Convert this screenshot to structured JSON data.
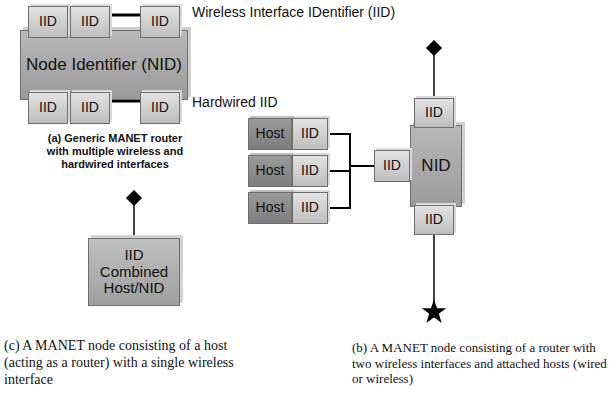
{
  "diagram": {
    "nodes": [
      {
        "text": [
          "IID"
        ]
      },
      {
        "text": [
          "IID"
        ]
      },
      {
        "text": [
          "IID"
        ]
      },
      {
        "text": [
          "Node Identifier (NID)"
        ]
      },
      {
        "text": [
          "IID"
        ]
      },
      {
        "text": [
          "IID"
        ]
      },
      {
        "text": [
          "IID"
        ]
      },
      {
        "text": [
          "IID"
        ]
      },
      {
        "text": [
          "Host"
        ]
      },
      {
        "text": [
          "IID"
        ]
      },
      {
        "text": [
          "Host"
        ]
      },
      {
        "text": [
          "IID"
        ]
      },
      {
        "text": [
          "IID"
        ]
      },
      {
        "text": [
          "NID"
        ]
      },
      {
        "text": [
          "Host"
        ]
      },
      {
        "text": [
          "IID"
        ]
      },
      {
        "text": [
          "IID"
        ]
      },
      {
        "text": [
          "IID Combined Host/NID"
        ]
      }
    ],
    "edges": [
      {
        "from": 1,
        "to": 2,
        "arrow": "none"
      },
      {
        "from": 5,
        "to": 6,
        "arrow": "none"
      },
      {
        "from": 9,
        "to": 12,
        "arrow": "none"
      },
      {
        "from": 11,
        "to": 12,
        "arrow": "none"
      },
      {
        "from": 15,
        "to": 12,
        "arrow": "none"
      }
    ],
    "labels": [
      "Wireless Interface IDentifier (IID)",
      "Hardwired IID",
      "(a) Generic MANET router with multiple wireless and hardwired interfaces",
      "(c) A MANET node consisting of a host (acting as a router) with a single wireless interface",
      "(b) A MANET node consisting of a router with two wireless interfaces and attached hosts (wired or wireless)"
    ]
  }
}
